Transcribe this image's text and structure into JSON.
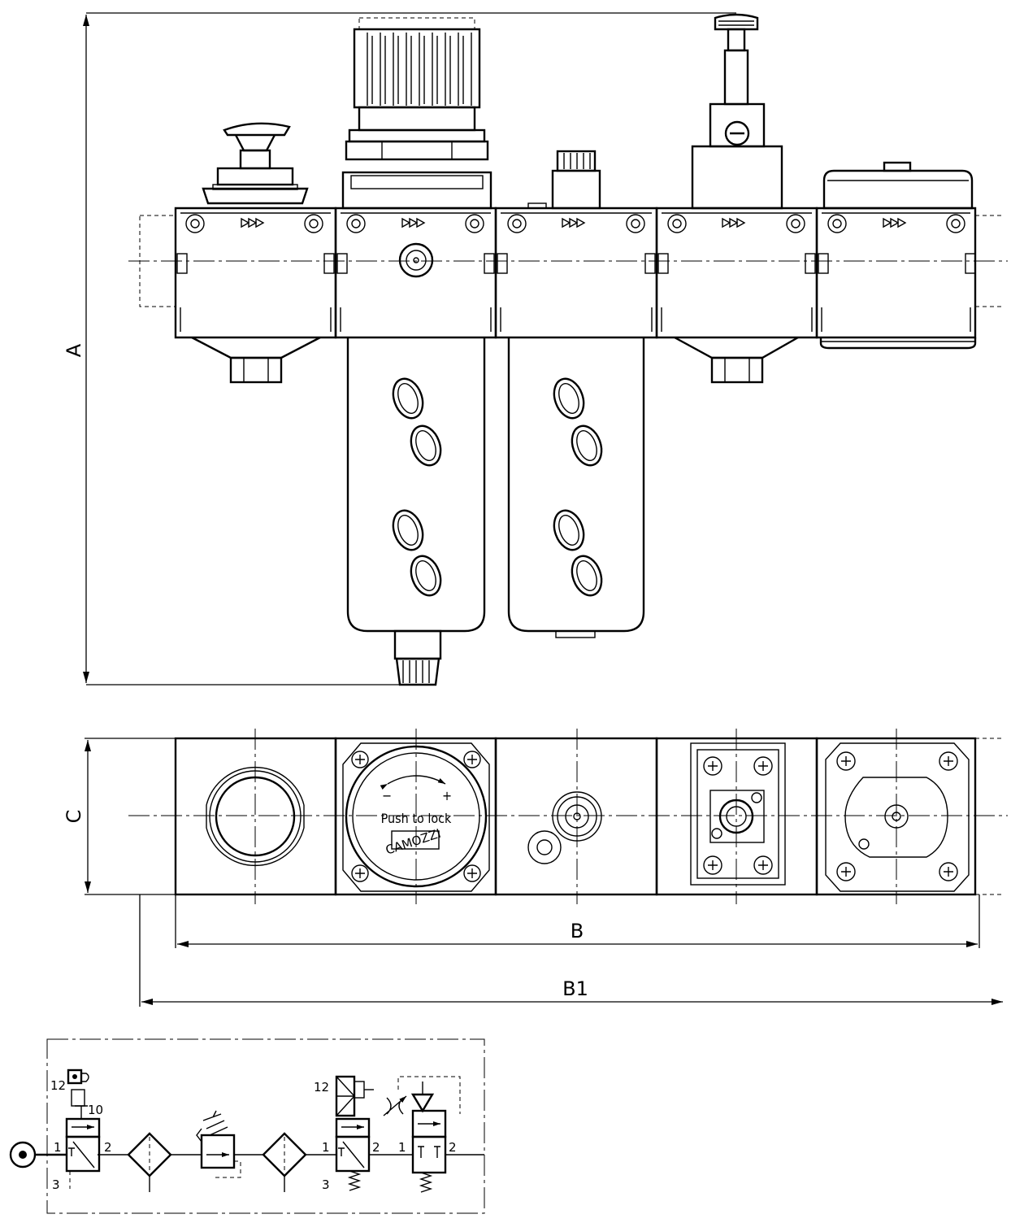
{
  "dimensions": {
    "A": "A",
    "B": "B",
    "B1": "B1",
    "C": "C"
  },
  "knob_text": {
    "main": "Push to lock",
    "minus": "−",
    "plus": "+",
    "brand": "CAMOZZI"
  },
  "port_labels": {
    "v1_12": "12",
    "v1_10": "10",
    "v1_1": "1",
    "v1_2": "2",
    "v1_3": "3",
    "v2_12": "12",
    "v2_1": "1",
    "v2_2": "2",
    "v2_3": "3",
    "v3_1": "1",
    "v3_2": "2"
  }
}
